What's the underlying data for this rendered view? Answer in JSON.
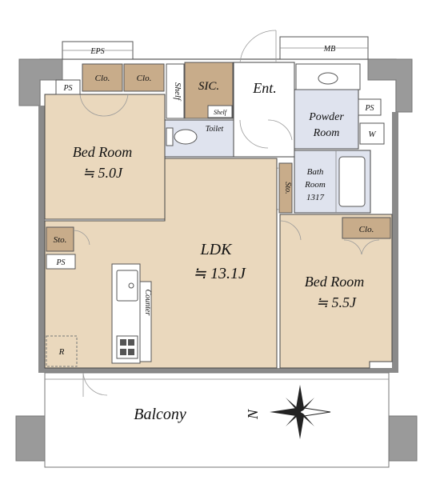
{
  "rooms": {
    "eps": "EPS",
    "mb": "MB",
    "ps_top_left": "PS",
    "clo_1": "Clo.",
    "clo_2": "Clo.",
    "shelf_vertical": "Shelf",
    "sic": "SIC.",
    "shelf_small": "Shelf",
    "entrance": "Ent.",
    "powder_room": [
      "Powder",
      "Room"
    ],
    "ps_right": "PS",
    "washer": "W",
    "toilet": "Toilet",
    "bedroom_1": {
      "name": "Bed Room",
      "size": "≒ 5.0J"
    },
    "bath_room": [
      "Bath",
      "Room",
      "1317"
    ],
    "sto_mid": "Sto.",
    "clo_right": "Clo.",
    "sto_left": "Sto.",
    "ps_left": "PS",
    "ldk": {
      "name": "LDK",
      "size": "≒ 13.1J"
    },
    "counter": "Counter",
    "bedroom_2": {
      "name": "Bed Room",
      "size": "≒ 5.5J"
    },
    "r_mark": "R",
    "balcony": "Balcony",
    "north": "N"
  },
  "colors": {
    "room_fill": "#ead8bd",
    "storage_fill": "#c8ac8a",
    "wet_area_fill": "#dfe3ee",
    "wall": "#8a8a8a"
  }
}
